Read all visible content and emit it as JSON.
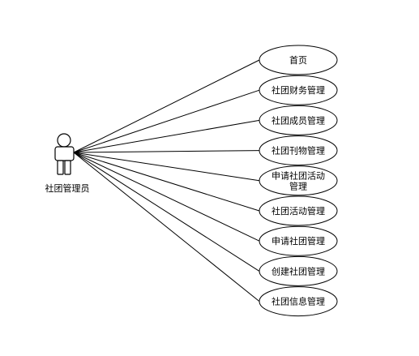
{
  "actor": {
    "label": "社团管理员"
  },
  "use_cases": [
    {
      "lines": [
        "首页"
      ]
    },
    {
      "lines": [
        "社团财务管理"
      ]
    },
    {
      "lines": [
        "社团成员管理"
      ]
    },
    {
      "lines": [
        "社团刊物管理"
      ]
    },
    {
      "lines": [
        "申请社团活动",
        "管理"
      ]
    },
    {
      "lines": [
        "社团活动管理"
      ]
    },
    {
      "lines": [
        "申请社团管理"
      ]
    },
    {
      "lines": [
        "创建社团管理"
      ]
    },
    {
      "lines": [
        "社团信息管理"
      ]
    }
  ]
}
